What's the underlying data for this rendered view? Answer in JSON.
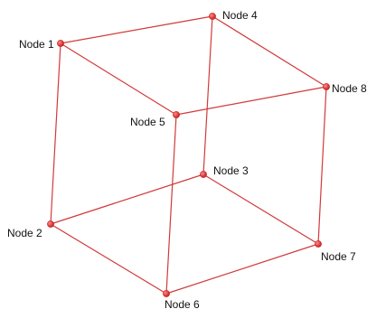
{
  "diagram": {
    "colors": {
      "edge": "#d23a3a",
      "node": "#c91e1e",
      "node_highlight": "#ff8a8a",
      "label": "#111111"
    },
    "nodes": [
      {
        "id": "n1",
        "label": "Node 1"
      },
      {
        "id": "n2",
        "label": "Node 2"
      },
      {
        "id": "n3",
        "label": "Node 3"
      },
      {
        "id": "n4",
        "label": "Node 4"
      },
      {
        "id": "n5",
        "label": "Node 5"
      },
      {
        "id": "n6",
        "label": "Node 6"
      },
      {
        "id": "n7",
        "label": "Node 7"
      },
      {
        "id": "n8",
        "label": "Node 8"
      }
    ],
    "edges": [
      [
        "n1",
        "n4"
      ],
      [
        "n4",
        "n8"
      ],
      [
        "n8",
        "n5"
      ],
      [
        "n5",
        "n1"
      ],
      [
        "n2",
        "n3"
      ],
      [
        "n3",
        "n7"
      ],
      [
        "n7",
        "n6"
      ],
      [
        "n6",
        "n2"
      ],
      [
        "n1",
        "n2"
      ],
      [
        "n4",
        "n3"
      ],
      [
        "n8",
        "n7"
      ],
      [
        "n5",
        "n6"
      ]
    ]
  }
}
